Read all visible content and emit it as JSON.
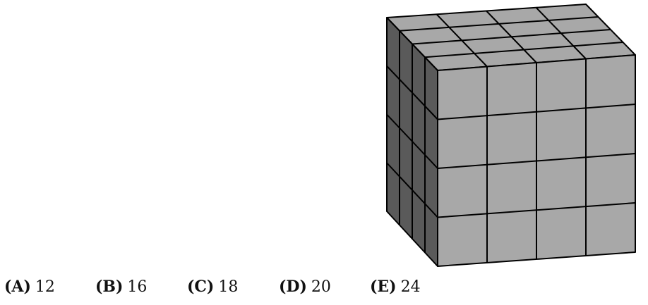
{
  "figure": {
    "grid_size": 4,
    "colors": {
      "top_face": "#a8a8a8",
      "front_face": "#a8a8a8",
      "side_face": "#5a5a5a",
      "edge": "#000000"
    }
  },
  "choices": [
    {
      "letter": "(A)",
      "value": "12"
    },
    {
      "letter": "(B)",
      "value": "16"
    },
    {
      "letter": "(C)",
      "value": "18"
    },
    {
      "letter": "(D)",
      "value": "20"
    },
    {
      "letter": "(E)",
      "value": "24"
    }
  ]
}
